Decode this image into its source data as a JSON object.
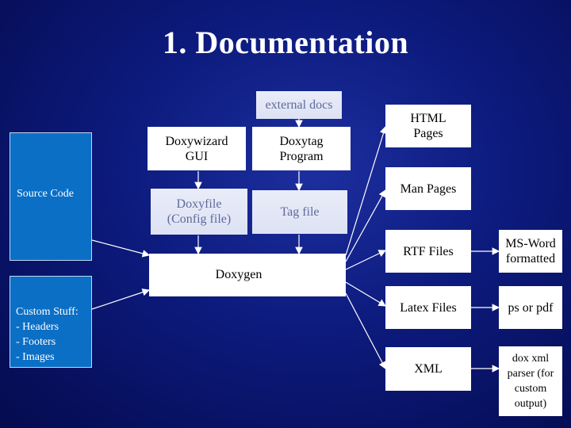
{
  "slide": {
    "title": "1. Documentation",
    "boxes": {
      "external_docs": "external docs",
      "doxywizard": "Doxywizard\nGUI",
      "doxytag": "Doxytag\nProgram",
      "doxyfile": "Doxyfile\n(Config file)",
      "tag_file": "Tag file",
      "source_code": "Source Code",
      "custom_stuff": "Custom Stuff:\n- Headers\n- Footers\n- Images",
      "doxygen": "Doxygen",
      "html_pages": "HTML\nPages",
      "man_pages": "Man Pages",
      "rtf_files": "RTF Files",
      "ms_word": "MS-Word\nformatted",
      "latex_files": "Latex Files",
      "ps_or_pdf": "ps or pdf",
      "xml": "XML",
      "dox_xml_parser": "dox xml\nparser (for\ncustom\noutput)"
    }
  }
}
